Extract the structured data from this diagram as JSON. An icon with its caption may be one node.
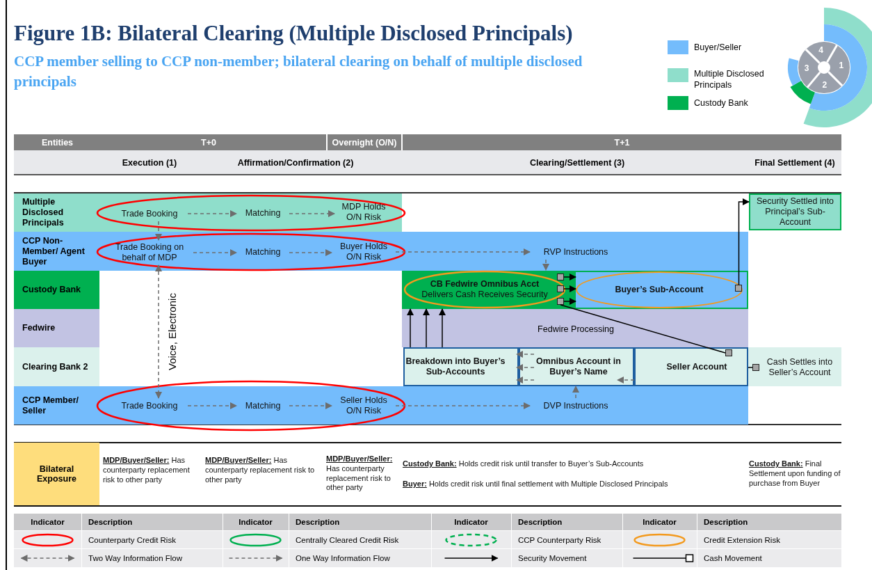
{
  "diagram": {
    "title": "Figure 1B: Bilateral Clearing (Multiple Disclosed Principals)",
    "nodes": [
      {
        "text": [
          "Multiple Disclosed Principals"
        ]
      },
      {
        "text": [
          "CCP Non-Member/ Agent Buyer"
        ]
      },
      {
        "text": [
          "Custody Bank"
        ]
      },
      {
        "text": [
          "Fedwire"
        ]
      },
      {
        "text": [
          "Clearing Bank 2"
        ]
      },
      {
        "text": [
          "CCP Member/ Seller"
        ]
      },
      {
        "text": [],
        "shape": "ellipse"
      },
      {
        "text": [
          "Trade Booking"
        ],
        "in": 6
      },
      {
        "text": [
          "Matching"
        ],
        "in": 6
      },
      {
        "text": [
          "MDP Holds O/N Risk"
        ],
        "in": 6
      },
      {
        "text": [],
        "shape": "ellipse"
      },
      {
        "text": [
          "Trade Booking on behalf of MDP"
        ],
        "in": 10
      },
      {
        "text": [
          "Matching"
        ],
        "in": 10
      },
      {
        "text": [
          "Buyer Holds O/N Risk"
        ],
        "in": 10
      },
      {
        "text": [
          "RVP Instructions"
        ]
      },
      {
        "text": [
          "CB Fedwire Omnibus Acct",
          "Delivers Cash Receives Security"
        ]
      },
      {
        "text": [
          "Buyer’s Sub-Account"
        ]
      },
      {
        "text": [
          "Security Settled into Principal’s Sub-Account"
        ]
      },
      {
        "text": [
          "Breakdown into Buyer’s Sub-Accounts"
        ]
      },
      {
        "text": [
          "Omnibus Account in Buyer’s Name"
        ]
      },
      {
        "text": [
          "Seller Account"
        ]
      },
      {
        "text": [
          "Cash Settles into Seller’s Account"
        ]
      },
      {
        "text": [],
        "shape": "ellipse"
      },
      {
        "text": [
          "Trade Booking"
        ],
        "in": 22
      },
      {
        "text": [
          "Matching"
        ],
        "in": 22
      },
      {
        "text": [
          "Seller Holds O/N Risk"
        ],
        "in": 22
      },
      {
        "text": [
          "DVP Instructions"
        ]
      },
      {
        "text": [],
        "shape": "box",
        "in": 15
      },
      {
        "text": [],
        "shape": "box",
        "in": 15
      },
      {
        "text": [],
        "shape": "box",
        "in": 15
      },
      {
        "text": [],
        "shape": "box",
        "in": 16
      },
      {
        "text": [],
        "shape": "box",
        "in": 20
      },
      {
        "text": [],
        "shape": "box"
      }
    ],
    "edges": [
      {
        "from": 7,
        "to": 8,
        "arrow": "to",
        "style": "dashed"
      },
      {
        "from": 8,
        "to": 9,
        "arrow": "to",
        "style": "dashed"
      },
      {
        "from": 7,
        "to": 11,
        "arrow": "to",
        "style": "dashed"
      },
      {
        "from": 11,
        "to": 12,
        "arrow": "to",
        "style": "dashed"
      },
      {
        "from": 12,
        "to": 13,
        "arrow": "to",
        "style": "dashed"
      },
      {
        "from": 11,
        "to": 23,
        "arrow": "both",
        "style": "dashed",
        "label": "Voice, Electronic"
      },
      {
        "from": 13,
        "to": 14,
        "arrow": "to",
        "style": "dashed"
      },
      {
        "from": 14,
        "to": 15,
        "arrow": "to",
        "style": "dashed"
      },
      {
        "from": 18,
        "to": 15,
        "arrow": "to",
        "color": "#000000"
      },
      {
        "from": 18,
        "to": 15,
        "arrow": "to",
        "color": "#000000"
      },
      {
        "from": 18,
        "to": 15,
        "arrow": "to",
        "color": "#000000"
      },
      {
        "from": 27,
        "to": 16,
        "arrow": "to",
        "color": "#000000"
      },
      {
        "from": 28,
        "to": 16,
        "arrow": "to",
        "color": "#000000"
      },
      {
        "from": 29,
        "to": 16,
        "arrow": "to",
        "color": "#000000"
      },
      {
        "from": 30,
        "to": 17,
        "arrow": "to",
        "color": "#000000"
      },
      {
        "from": 29,
        "to": 31,
        "arrow": "none",
        "color": "#000000"
      },
      {
        "from": 20,
        "to": 32,
        "arrow": "none",
        "color": "#000000"
      },
      {
        "from": 20,
        "to": 19,
        "arrow": "to",
        "style": "dashed"
      },
      {
        "from": 19,
        "to": 18,
        "arrow": "to",
        "style": "dashed"
      },
      {
        "from": 19,
        "to": 18,
        "arrow": "to",
        "style": "dashed"
      },
      {
        "from": 19,
        "to": 18,
        "arrow": "to",
        "style": "dashed"
      },
      {
        "from": 26,
        "to": 19,
        "arrow": "to",
        "style": "dashed"
      },
      {
        "from": 23,
        "to": 24,
        "arrow": "to",
        "style": "dashed"
      },
      {
        "from": 24,
        "to": 25,
        "arrow": "to",
        "style": "dashed"
      },
      {
        "from": 25,
        "to": 26,
        "arrow": "to",
        "style": "dashed"
      }
    ],
    "labels": [
      "CCP member selling to CCP non-member; bilateral clearing on behalf of multiple disclosed principals",
      "4",
      "3",
      "1",
      "2",
      "Entities",
      "T+0",
      "Overnight (O/N)",
      "T+1",
      "Execution (1)",
      "Affirmation/Confirmation (2)",
      "Clearing/Settlement (3)",
      "Final Settlement (4)",
      "Fedwire Processing",
      "Bilateral Exposure",
      "**MDP/Buyer/Seller:** Has counterparty replacement risk to other party",
      "**MDP/Buyer/Seller:** Has counterparty replacement risk to other party",
      "**MDP/Buyer/Seller:** Has counterparty replacement risk to other party",
      "**Custody Bank:** Holds credit risk until transfer to Buyer’s Sub-Accounts",
      "**Buyer:** Holds credit risk until final settlement with Multiple Disclosed Principals",
      "**Custody Bank:** Final Settlement upon funding of purchase from Buyer",
      "Indicator",
      "Description",
      "Indicator",
      "Description",
      "Indicator",
      "Description",
      "Indicator",
      "Description"
    ],
    "legend": [
      {
        "text": "Buyer/Seller",
        "color": "#74bcfc"
      },
      {
        "text": "Multiple Disclosed Principals",
        "color": "#8fdecb"
      },
      {
        "text": "Custody Bank",
        "color": "#00b050"
      },
      {
        "text": "Counterparty Credit Risk"
      },
      {
        "text": "Centrally Cleared Credit Risk"
      },
      {
        "text": "CCP Counterparty Risk"
      },
      {
        "text": "Credit Extension Risk"
      },
      {
        "text": "Two Way Information Flow"
      },
      {
        "text": "One Way Information Flow"
      },
      {
        "text": "Security Movement"
      },
      {
        "text": "Cash Movement"
      }
    ]
  }
}
